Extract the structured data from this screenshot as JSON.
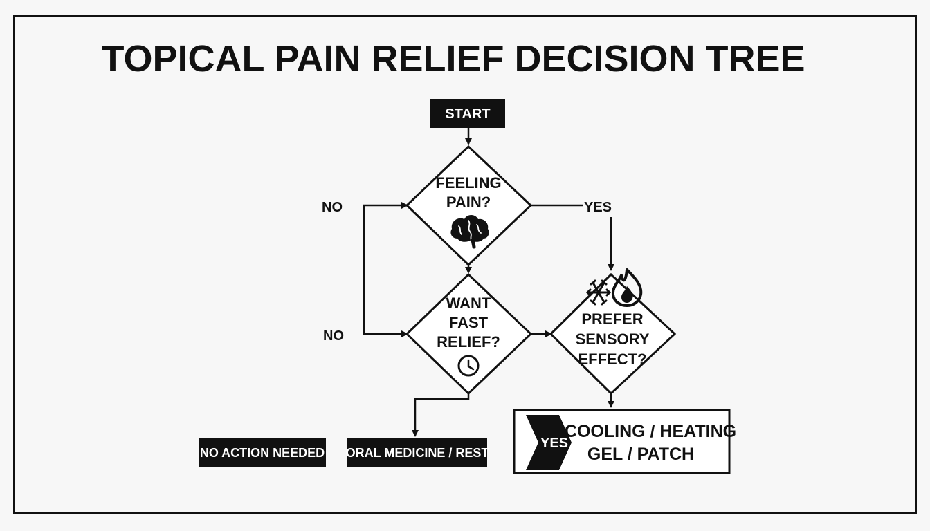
{
  "title": "TOPICAL PAIN RELIEF DECISION TREE",
  "start": "START",
  "decisions": {
    "feeling_pain": [
      "FEELING",
      "PAIN?"
    ],
    "want_fast": [
      "WANT",
      "FAST",
      "RELIEF?"
    ],
    "prefer_sensory": [
      "PREFER",
      "SENSORY",
      "EFFECT?"
    ]
  },
  "edge_labels": {
    "no_top": "NO",
    "no_bottom": "NO",
    "yes_top": "YES",
    "yes_badge": "YES"
  },
  "outcomes": {
    "no_action": "NO ACTION NEEDED",
    "oral_medicine": "ORAL MEDICINE / REST",
    "cooling_heating": [
      "COOLING / HEATING",
      "GEL / PATCH"
    ]
  },
  "icons": [
    "brain-icon",
    "clock-icon",
    "snowflake-icon",
    "flame-icon",
    "chevron-arrow-icon"
  ],
  "colors": {
    "ink": "#111111",
    "background": "#f7f7f7",
    "box_fill": "#ffffff",
    "label_text": "#ffffff"
  }
}
